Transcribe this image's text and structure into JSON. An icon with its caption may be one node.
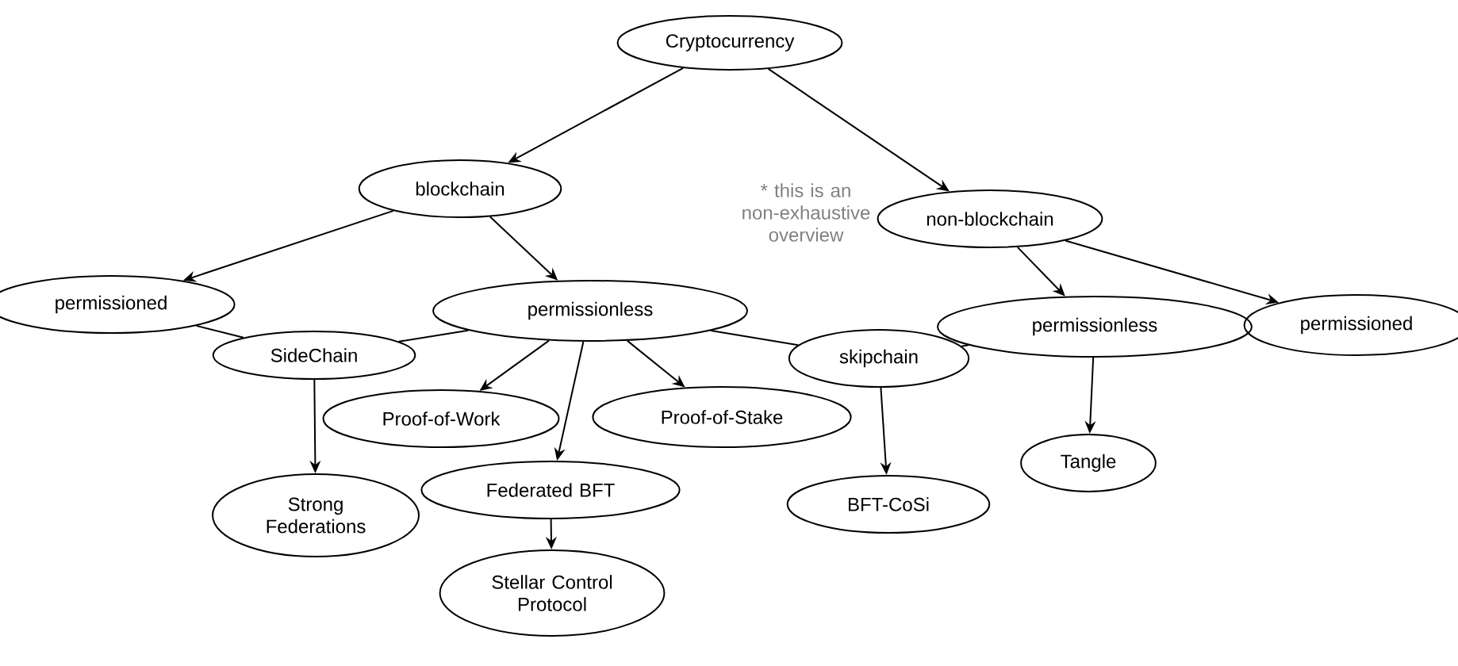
{
  "diagram": {
    "nodes": [
      {
        "text": [
          "Cryptocurrency"
        ]
      },
      {
        "text": [
          "blockchain"
        ]
      },
      {
        "text": [
          "non-blockchain"
        ]
      },
      {
        "text": [
          "permissioned"
        ]
      },
      {
        "text": [
          "permissionless"
        ]
      },
      {
        "text": [
          "permissionless"
        ]
      },
      {
        "text": [
          "permissioned"
        ]
      },
      {
        "text": [
          "SideChain"
        ]
      },
      {
        "text": [
          "skipchain"
        ]
      },
      {
        "text": [
          "Proof-of-Work"
        ]
      },
      {
        "text": [
          "Proof-of-Stake"
        ]
      },
      {
        "text": [
          "Tangle"
        ]
      },
      {
        "text": [
          "Strong Federations"
        ]
      },
      {
        "text": [
          "Federated BFT"
        ]
      },
      {
        "text": [
          "BFT-CoSi"
        ]
      },
      {
        "text": [
          "Stellar Control Protocol"
        ]
      }
    ],
    "edges": [
      {
        "from": 0,
        "to": 1,
        "arrow": "to"
      },
      {
        "from": 0,
        "to": 2,
        "arrow": "to"
      },
      {
        "from": 1,
        "to": 3,
        "arrow": "to"
      },
      {
        "from": 1,
        "to": 4,
        "arrow": "to"
      },
      {
        "from": 2,
        "to": 5,
        "arrow": "to"
      },
      {
        "from": 2,
        "to": 6,
        "arrow": "to"
      },
      {
        "from": 3,
        "to": 7,
        "arrow": "none"
      },
      {
        "from": 7,
        "to": 4,
        "arrow": "none"
      },
      {
        "from": 4,
        "to": 8,
        "arrow": "none"
      },
      {
        "from": 8,
        "to": 5,
        "arrow": "none"
      },
      {
        "from": 7,
        "to": 12,
        "arrow": "to"
      },
      {
        "from": 4,
        "to": 9,
        "arrow": "to"
      },
      {
        "from": 4,
        "to": 13,
        "arrow": "to"
      },
      {
        "from": 4,
        "to": 10,
        "arrow": "to"
      },
      {
        "from": 8,
        "to": 14,
        "arrow": "to"
      },
      {
        "from": 5,
        "to": 11,
        "arrow": "to"
      },
      {
        "from": 13,
        "to": 15,
        "arrow": "to"
      }
    ],
    "labels": [
      "* this is an non-exhaustive overview"
    ]
  }
}
